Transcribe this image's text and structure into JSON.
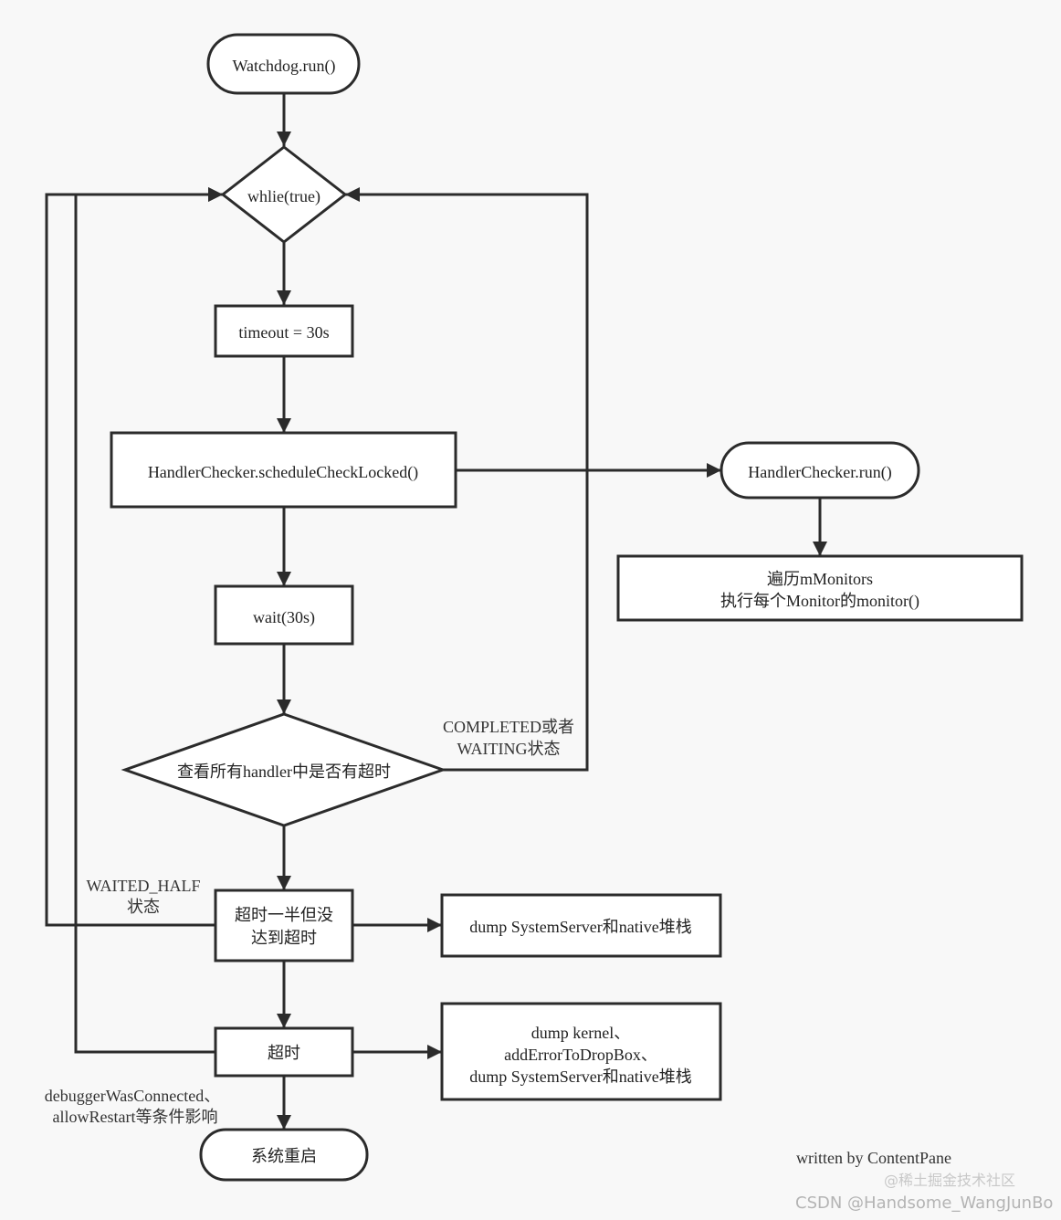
{
  "nodes": {
    "start": "Watchdog.run()",
    "loop": "whlie(true)",
    "timeout": "timeout = 30s",
    "schedule": "HandlerChecker.scheduleCheckLocked()",
    "hc_run": "HandlerChecker.run()",
    "monitors_line1": "遍历mMonitors",
    "monitors_line2": "执行每个Monitor的monitor()",
    "wait": "wait(30s)",
    "check": "查看所有handler中是否有超时",
    "half_line1": "超时一半但没",
    "half_line2": "达到超时",
    "dump_half": "dump SystemServer和native堆栈",
    "overdue": "超时",
    "dump_full_line1": "dump kernel、",
    "dump_full_line2": "addErrorToDropBox、",
    "dump_full_line3": "dump SystemServer和native堆栈",
    "restart": "系统重启"
  },
  "edge_labels": {
    "completed_line1": "COMPLETED或者",
    "completed_line2": "WAITING状态",
    "waited_half_line1": "WAITED_HALF",
    "waited_half_line2": "状态",
    "restart_cond_line1": "debuggerWasConnected、",
    "restart_cond_line2": "allowRestart等条件影响"
  },
  "credit": "written by ContentPane",
  "watermarks": {
    "juejin": "@稀土掘金技术社区",
    "csdn": "CSDN @Handsome_WangJunBo"
  },
  "colors": {
    "background": "#f8f8f8",
    "stroke": "#2b2b2b",
    "fill": "#ffffff"
  }
}
